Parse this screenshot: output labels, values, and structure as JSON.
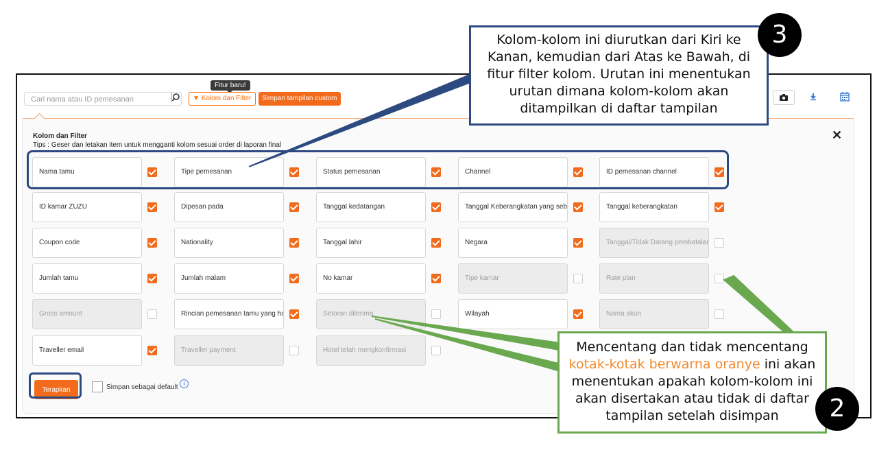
{
  "toolbar": {
    "search_placeholder": "Cari nama atau ID pemesanan",
    "tooltip": "Fitur baru!",
    "filter_button": "Kolom dan Filter",
    "custom_view_button": "Simpan tampilan custom",
    "icons": [
      "camera-icon",
      "download-icon",
      "calendar-icon"
    ]
  },
  "panel": {
    "title": "Kolom dan Filter",
    "tips": "Tips : Geser dan letakan item untuk mengganti kolom sesuai order di laporan final",
    "close": "✕",
    "apply_button": "Terapkan",
    "save_default_label": "Simpan sebagai default",
    "info": "i"
  },
  "fields": [
    {
      "label": "Nama tamu",
      "checked": true,
      "enabled": true
    },
    {
      "label": "Tipe pemesanan",
      "checked": true,
      "enabled": true
    },
    {
      "label": "Status pemesanan",
      "checked": true,
      "enabled": true
    },
    {
      "label": "Channel",
      "checked": true,
      "enabled": true
    },
    {
      "label": "ID pemesanan channel",
      "checked": true,
      "enabled": true
    },
    {
      "label": "ID kamar ZUZU",
      "checked": true,
      "enabled": true
    },
    {
      "label": "Dipesan pada",
      "checked": true,
      "enabled": true
    },
    {
      "label": "Tanggal kedatangan",
      "checked": true,
      "enabled": true
    },
    {
      "label": "Tanggal Keberangkatan yang sebenarnya",
      "checked": true,
      "enabled": true
    },
    {
      "label": "Tanggal keberangkatan",
      "checked": true,
      "enabled": true
    },
    {
      "label": "Coupon code",
      "checked": true,
      "enabled": true
    },
    {
      "label": "Nationality",
      "checked": true,
      "enabled": true
    },
    {
      "label": "Tanggal lahir",
      "checked": true,
      "enabled": true
    },
    {
      "label": "Negara",
      "checked": true,
      "enabled": true
    },
    {
      "label": "Tanggal/Tidak Datang pembatalan",
      "checked": false,
      "enabled": false
    },
    {
      "label": "Jumlah tamu",
      "checked": true,
      "enabled": true
    },
    {
      "label": "Jumlah malam",
      "checked": true,
      "enabled": true
    },
    {
      "label": "No kamar",
      "checked": true,
      "enabled": true
    },
    {
      "label": "Tipe kamar",
      "checked": false,
      "enabled": false
    },
    {
      "label": "Rate plan",
      "checked": false,
      "enabled": false
    },
    {
      "label": "Gross amount",
      "checked": false,
      "enabled": false
    },
    {
      "label": "Rincian pemesanan tamu yang hadir",
      "checked": true,
      "enabled": true
    },
    {
      "label": "Setoran diterima",
      "checked": false,
      "enabled": false
    },
    {
      "label": "Wilayah",
      "checked": true,
      "enabled": true
    },
    {
      "label": "Nama akun",
      "checked": false,
      "enabled": false
    },
    {
      "label": "Traveller email",
      "checked": true,
      "enabled": true
    },
    {
      "label": "Traveller payment",
      "checked": false,
      "enabled": false
    },
    {
      "label": "Hotel telah mengkonfirmasi",
      "checked": false,
      "enabled": false
    }
  ],
  "callouts": {
    "three": {
      "number": "3",
      "lines": [
        "Kolom-kolom ini diurutkan dari Kiri ke",
        "Kanan, kemudian dari Atas ke Bawah, di",
        "fitur filter kolom. Urutan ini menentukan",
        "urutan dimana kolom-kolom akan",
        "ditampilkan di daftar tampilan"
      ]
    },
    "two": {
      "number": "2",
      "line1": "Mencentang dan tidak mencentang",
      "highlight": "kotak-kotak berwarna oranye",
      "line2_rest": " ini akan",
      "lines_after": [
        "menentukan apakah kolom-kolom ini",
        "akan disertakan atau tidak di daftar",
        "tampilan setelah disimpan"
      ]
    }
  },
  "colors": {
    "accent": "#f26b1d",
    "highlight_blue": "#2c4a80",
    "highlight_green": "#6aa84f",
    "callout_highlight_text": "#f28a2e"
  }
}
